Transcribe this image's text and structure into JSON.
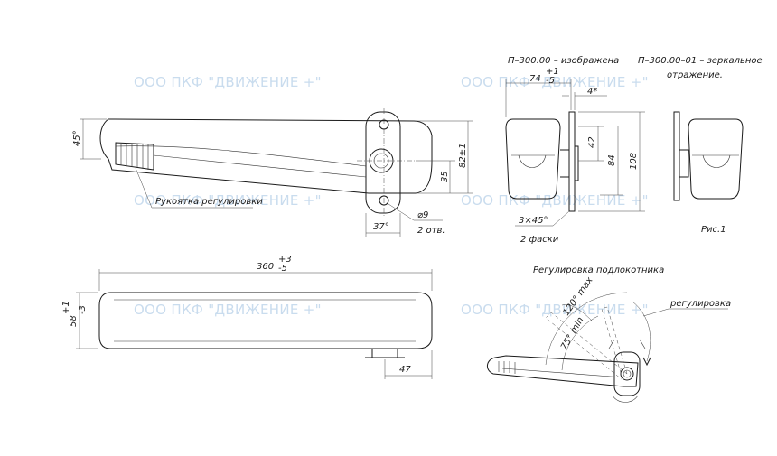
{
  "watermark": "ООО ПКФ \"ДВИЖЕНИЕ +\"",
  "variant_shown": "П–300.00 – изображена",
  "variant_mirror_line1": "П–300.00–01 – зеркальное",
  "variant_mirror_line2": "отражение.",
  "handle_label": "Рукоятка регулировки",
  "figure_label": "Рис.1",
  "adjustment_title": "Регулировка подлокотника",
  "adjustment_label": "регулировка",
  "dims": {
    "angle_45": "45°",
    "height_82": "82±1",
    "d35": "35",
    "angle_37": "37°",
    "hole_d9": "⌀9",
    "holes_count": "2 отв.",
    "length_360": "360",
    "length_360_tol_up": "+3",
    "length_360_tol_low": "-5",
    "height_58": "58",
    "height_58_tol_up": "+1",
    "height_58_tol_low": "-3",
    "d47": "47",
    "width_74": "74",
    "width_74_tol_up": "+1",
    "width_74_tol_low": "-5",
    "d4": "4*",
    "d42": "42",
    "d84": "84",
    "d108": "108",
    "chamfer": "3×45°",
    "chamfer_count": "2 фаски",
    "angle_120": "120° max",
    "angle_75": "75° min"
  }
}
